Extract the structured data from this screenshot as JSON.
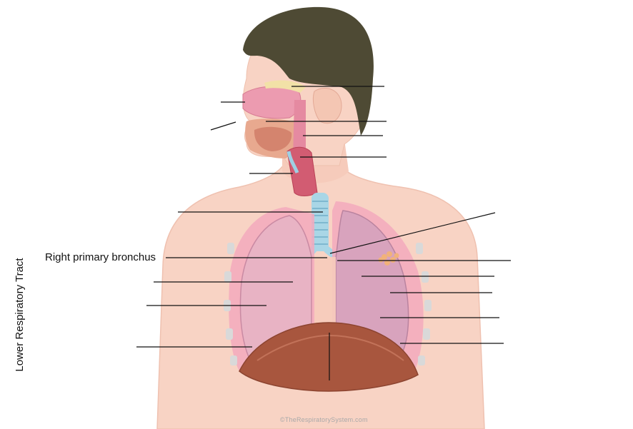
{
  "diagram": {
    "side_title": "Lower Respiratory Tract",
    "labels": [
      {
        "text": "Right primary  bronchus"
      }
    ],
    "credit": "©TheRespiratorySystem.com"
  },
  "colors": {
    "skin": "#f8d3c4",
    "hair": "#4e4a34",
    "lung_right": "#e8b3c4",
    "lung_left": "#d8a3bd",
    "trachea": "#a9d6e6",
    "diaphragm": "#a8563e",
    "ribs": "#d9d9d9",
    "leader_line": "#111111"
  }
}
